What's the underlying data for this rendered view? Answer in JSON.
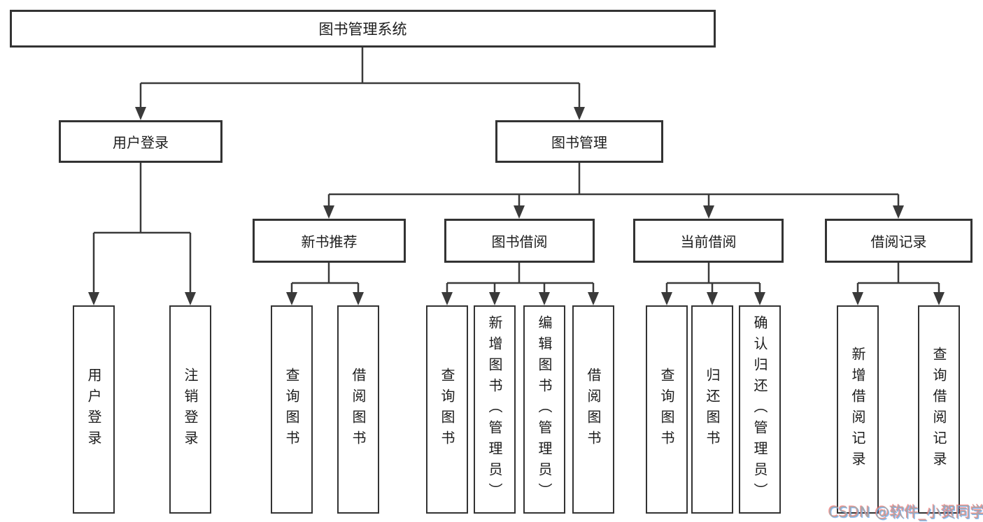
{
  "tree": {
    "root": {
      "label": "图书管理系统"
    },
    "children": [
      {
        "label": "用户登录",
        "children": [
          {
            "label": "用户登录"
          },
          {
            "label": "注销登录"
          }
        ]
      },
      {
        "label": "图书管理",
        "children": [
          {
            "label": "新书推荐",
            "children": [
              {
                "label": "查询图书"
              },
              {
                "label": "借阅图书"
              }
            ]
          },
          {
            "label": "图书借阅",
            "children": [
              {
                "label": "查询图书"
              },
              {
                "label": "新增图书（管理员）"
              },
              {
                "label": "编辑图书（管理员）"
              },
              {
                "label": "借阅图书"
              }
            ]
          },
          {
            "label": "当前借阅",
            "children": [
              {
                "label": "查询图书"
              },
              {
                "label": "归还图书"
              },
              {
                "label": "确认归还（管理员）"
              }
            ]
          },
          {
            "label": "借阅记录",
            "children": [
              {
                "label": "新增借阅记录"
              },
              {
                "label": "查询借阅记录"
              }
            ]
          }
        ]
      }
    ]
  },
  "watermark": {
    "text": "CSDN @软件_小贺同学"
  },
  "colors": {
    "line": "#3a3a3a",
    "border": "#333333",
    "text": "#1c1c1c",
    "background": "#ffffff",
    "watermark": "#a8a8a8"
  }
}
